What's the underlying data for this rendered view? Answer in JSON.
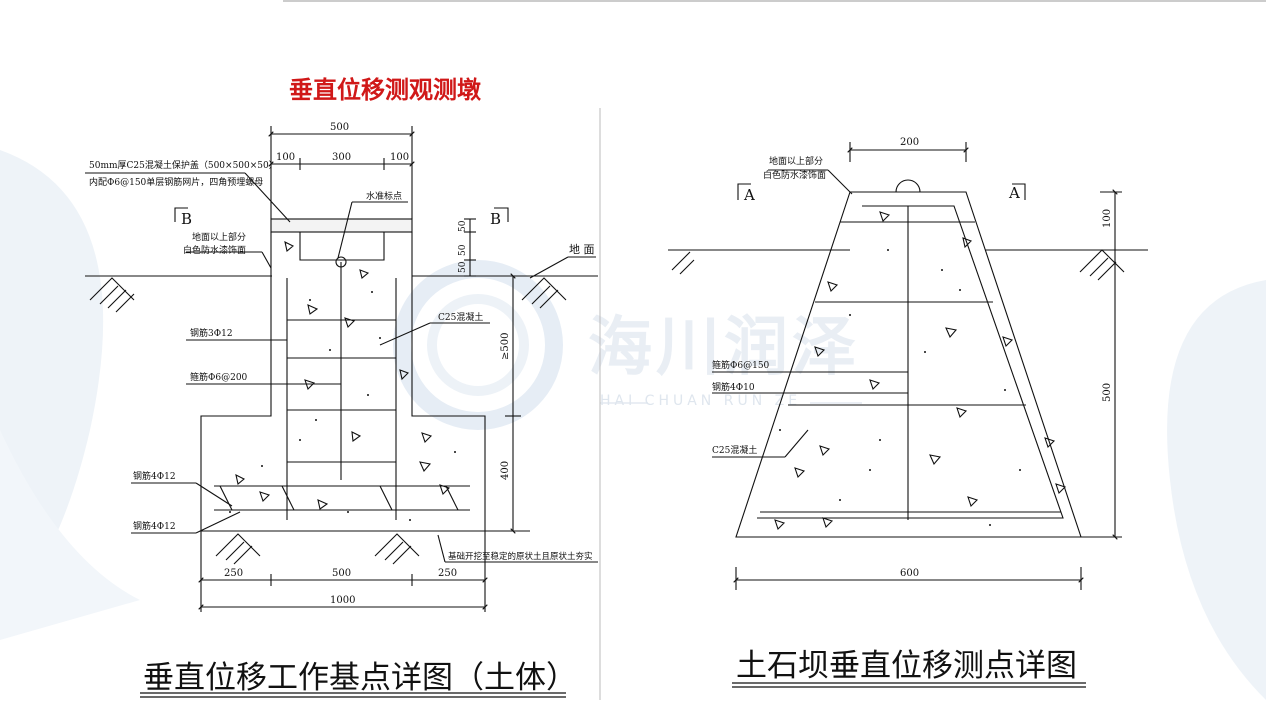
{
  "watermark": {
    "text": "海川润泽",
    "subtext": "HAI CHUAN RUN ZE"
  },
  "left_drawing": {
    "title": "垂直位移测观测墩",
    "caption": "垂直位移工作基点详图（土体）",
    "dims": {
      "top_total": "500",
      "top_left": "100",
      "top_mid": "300",
      "top_right": "100",
      "right_50a": "50",
      "right_50b": "50",
      "right_50c": "50",
      "right_ge500": "≥500",
      "right_400": "400",
      "bottom_250a": "250",
      "bottom_500": "500",
      "bottom_250b": "250",
      "bottom_1000": "1000"
    },
    "labels": {
      "cover_line1": "50mm厚C25混凝土保护盖（500×500×50）",
      "cover_line2": "内配Φ6@150单层钢筋网片，四角预埋螺母",
      "level_mark": "水准标点",
      "finish_line1": "地面以上部分",
      "finish_line2": "白色防水漆饰面",
      "ground": "地  面",
      "section_b_left": "B",
      "section_b_right": "B",
      "rebar_main": "钢筋3Φ12",
      "stirrup": "箍筋Φ6@200",
      "concrete": "C25混凝土",
      "rebar_base1": "钢筋4Φ12",
      "rebar_base2": "钢筋4Φ12",
      "foundation_note": "基础开挖至稳定的原状土且原状土夯实"
    }
  },
  "right_drawing": {
    "caption": "土石坝垂直位移测点详图",
    "dims": {
      "top_200": "200",
      "right_100": "100",
      "right_500": "500",
      "bottom_600": "600"
    },
    "labels": {
      "finish_line1": "地面以上部分",
      "finish_line2": "白色防水漆饰面",
      "section_a_left": "A",
      "section_a_right": "A",
      "stirrup": "箍筋Φ6@150",
      "rebar": "钢筋4Φ10",
      "concrete": "C25混凝土"
    }
  }
}
